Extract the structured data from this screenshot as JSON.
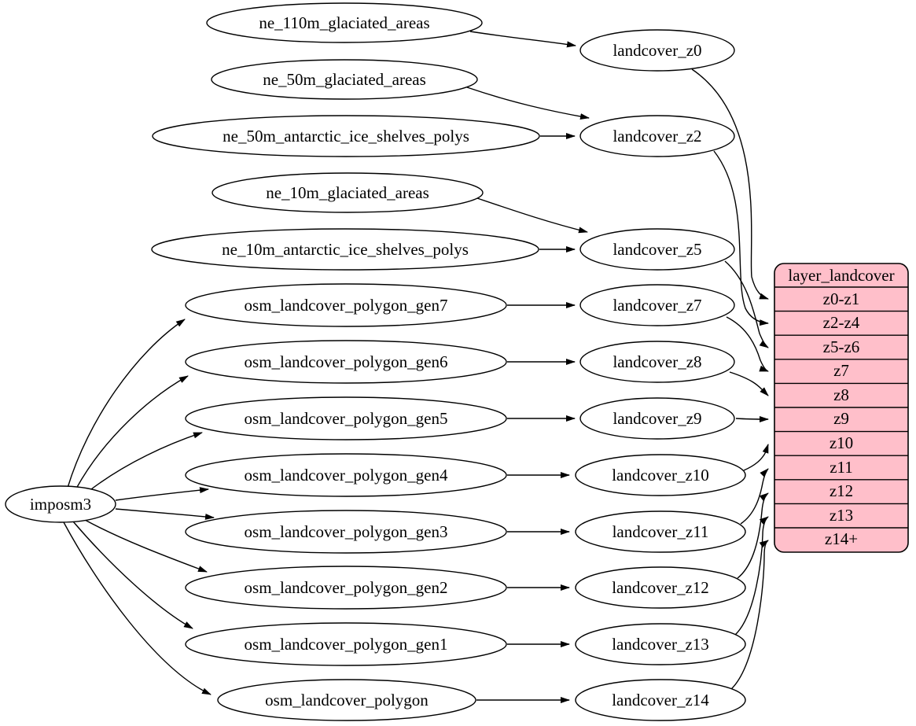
{
  "diagram": {
    "type": "graphviz-dependency-diagram",
    "colors": {
      "background": "#ffffff",
      "node_fill": "#ffffff",
      "node_stroke": "#000000",
      "edge_color": "#000000",
      "record_fill": "#ffbfca"
    },
    "nodes": {
      "imposm3": "imposm3",
      "ne_110m_glaciated_areas": "ne_110m_glaciated_areas",
      "ne_50m_glaciated_areas": "ne_50m_glaciated_areas",
      "ne_50m_antarctic_ice_shelves_polys": "ne_50m_antarctic_ice_shelves_polys",
      "ne_10m_glaciated_areas": "ne_10m_glaciated_areas",
      "ne_10m_antarctic_ice_shelves_polys": "ne_10m_antarctic_ice_shelves_polys",
      "osm_landcover_polygon_gen7": "osm_landcover_polygon_gen7",
      "osm_landcover_polygon_gen6": "osm_landcover_polygon_gen6",
      "osm_landcover_polygon_gen5": "osm_landcover_polygon_gen5",
      "osm_landcover_polygon_gen4": "osm_landcover_polygon_gen4",
      "osm_landcover_polygon_gen3": "osm_landcover_polygon_gen3",
      "osm_landcover_polygon_gen2": "osm_landcover_polygon_gen2",
      "osm_landcover_polygon_gen1": "osm_landcover_polygon_gen1",
      "osm_landcover_polygon": "osm_landcover_polygon",
      "landcover_z0": "landcover_z0",
      "landcover_z2": "landcover_z2",
      "landcover_z5": "landcover_z5",
      "landcover_z7": "landcover_z7",
      "landcover_z8": "landcover_z8",
      "landcover_z9": "landcover_z9",
      "landcover_z10": "landcover_z10",
      "landcover_z11": "landcover_z11",
      "landcover_z12": "landcover_z12",
      "landcover_z13": "landcover_z13",
      "landcover_z14": "landcover_z14"
    },
    "record": {
      "title": "layer_landcover",
      "rows": [
        "z0-z1",
        "z2-z4",
        "z5-z6",
        "z7",
        "z8",
        "z9",
        "z10",
        "z11",
        "z12",
        "z13",
        "z14+"
      ]
    },
    "edges": [
      {
        "from": "imposm3",
        "to": "osm_landcover_polygon_gen7"
      },
      {
        "from": "imposm3",
        "to": "osm_landcover_polygon_gen6"
      },
      {
        "from": "imposm3",
        "to": "osm_landcover_polygon_gen5"
      },
      {
        "from": "imposm3",
        "to": "osm_landcover_polygon_gen4"
      },
      {
        "from": "imposm3",
        "to": "osm_landcover_polygon_gen3"
      },
      {
        "from": "imposm3",
        "to": "osm_landcover_polygon_gen2"
      },
      {
        "from": "imposm3",
        "to": "osm_landcover_polygon_gen1"
      },
      {
        "from": "imposm3",
        "to": "osm_landcover_polygon"
      },
      {
        "from": "ne_110m_glaciated_areas",
        "to": "landcover_z0"
      },
      {
        "from": "ne_50m_glaciated_areas",
        "to": "landcover_z2"
      },
      {
        "from": "ne_50m_antarctic_ice_shelves_polys",
        "to": "landcover_z2"
      },
      {
        "from": "ne_10m_glaciated_areas",
        "to": "landcover_z5"
      },
      {
        "from": "ne_10m_antarctic_ice_shelves_polys",
        "to": "landcover_z5"
      },
      {
        "from": "osm_landcover_polygon_gen7",
        "to": "landcover_z7"
      },
      {
        "from": "osm_landcover_polygon_gen6",
        "to": "landcover_z8"
      },
      {
        "from": "osm_landcover_polygon_gen5",
        "to": "landcover_z9"
      },
      {
        "from": "osm_landcover_polygon_gen4",
        "to": "landcover_z10"
      },
      {
        "from": "osm_landcover_polygon_gen3",
        "to": "landcover_z11"
      },
      {
        "from": "osm_landcover_polygon_gen2",
        "to": "landcover_z12"
      },
      {
        "from": "osm_landcover_polygon_gen1",
        "to": "landcover_z13"
      },
      {
        "from": "osm_landcover_polygon",
        "to": "landcover_z14"
      },
      {
        "from": "landcover_z0",
        "to": "layer_landcover:z0-z1"
      },
      {
        "from": "landcover_z2",
        "to": "layer_landcover:z2-z4"
      },
      {
        "from": "landcover_z5",
        "to": "layer_landcover:z5-z6"
      },
      {
        "from": "landcover_z7",
        "to": "layer_landcover:z7"
      },
      {
        "from": "landcover_z8",
        "to": "layer_landcover:z8"
      },
      {
        "from": "landcover_z9",
        "to": "layer_landcover:z9"
      },
      {
        "from": "landcover_z10",
        "to": "layer_landcover:z10"
      },
      {
        "from": "landcover_z11",
        "to": "layer_landcover:z11"
      },
      {
        "from": "landcover_z12",
        "to": "layer_landcover:z12"
      },
      {
        "from": "landcover_z13",
        "to": "layer_landcover:z13"
      },
      {
        "from": "landcover_z14",
        "to": "layer_landcover:z14+"
      }
    ]
  }
}
